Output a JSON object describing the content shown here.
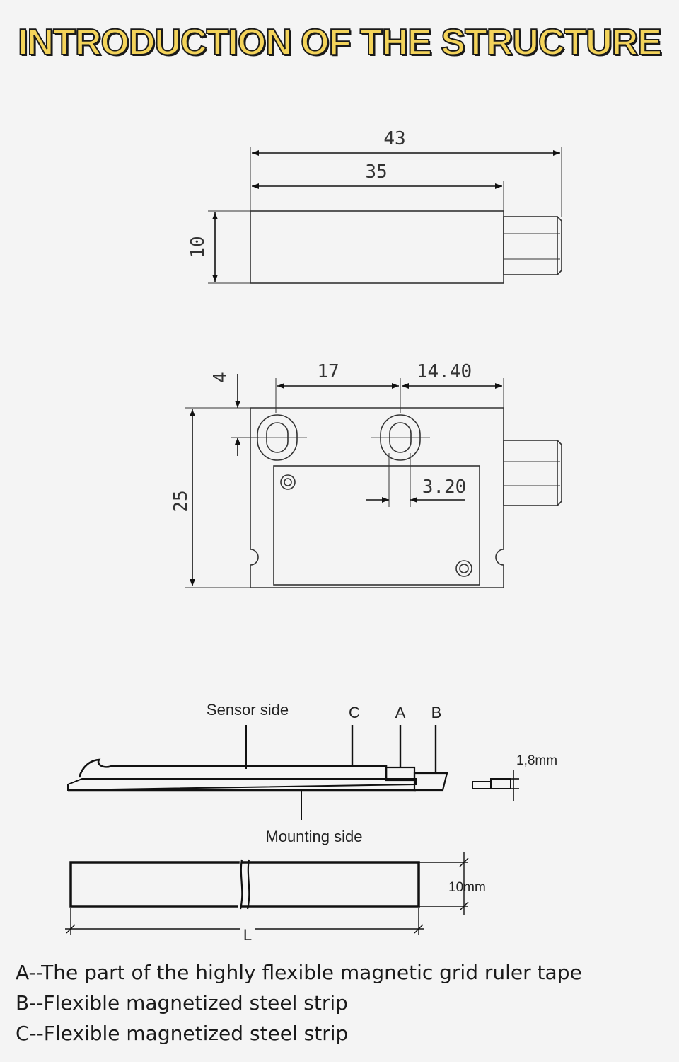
{
  "title": "INTRODUCTION OF THE STRUCTURE",
  "top_view": {
    "dim_total": "43",
    "dim_body": "35",
    "dim_height": "10"
  },
  "front_view": {
    "dim_hole_spacing": "17",
    "dim_right_offset": "14.40",
    "dim_hole_top": "4",
    "dim_height": "25",
    "dim_slot": "3.20"
  },
  "tape_diagram": {
    "sensor_side": "Sensor side",
    "mounting_side": "Mounting side",
    "label_c": "C",
    "label_a": "A",
    "label_b": "B",
    "thickness": "1,8mm",
    "width": "10mm",
    "length": "L"
  },
  "legend": [
    "A--The part of the highly flexible magnetic grid ruler tape",
    "B--Flexible magnetized steel strip",
    "C--Flexible magnetized steel strip"
  ]
}
